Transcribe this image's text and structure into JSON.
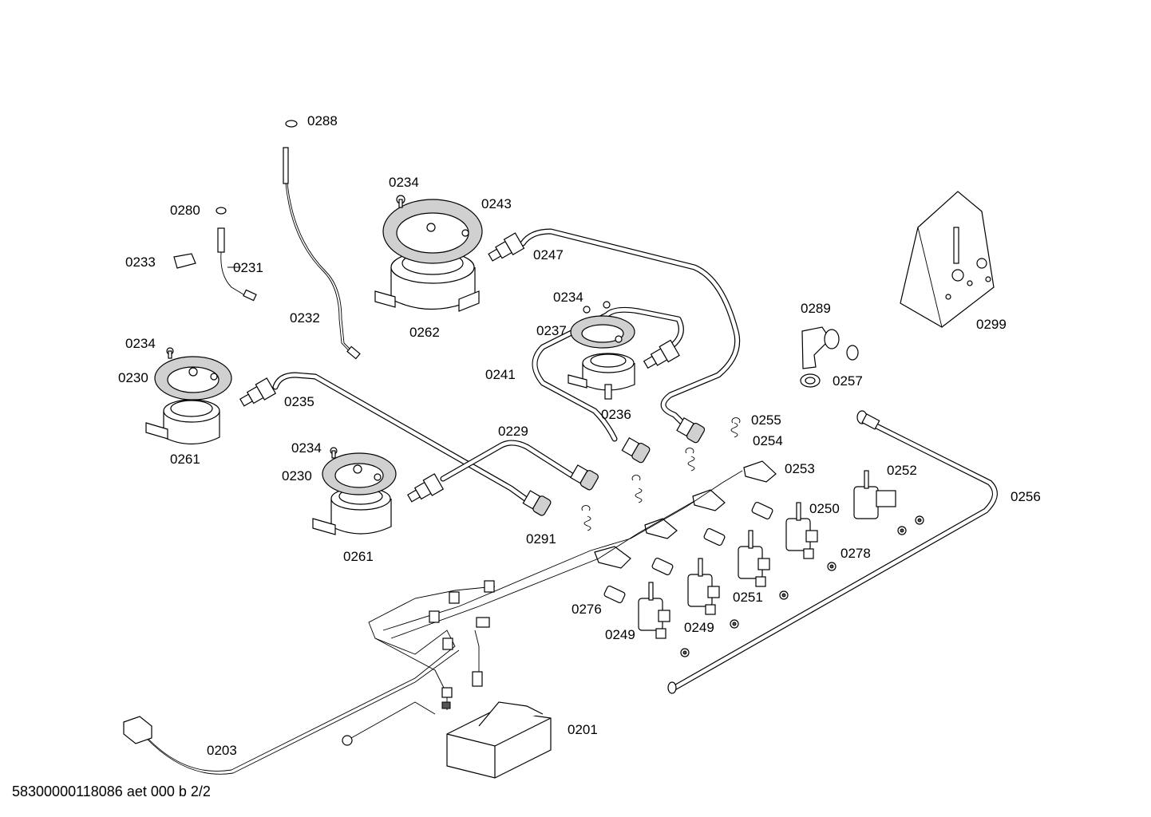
{
  "diagram": {
    "labels": {
      "l0201": "0201",
      "l0203": "0203",
      "l0229": "0229",
      "l0230a": "0230",
      "l0230b": "0230",
      "l0231": "0231",
      "l0232": "0232",
      "l0233": "0233",
      "l0234a": "0234",
      "l0234b": "0234",
      "l0234c": "0234",
      "l0234d": "0234",
      "l0235": "0235",
      "l0236": "0236",
      "l0237": "0237",
      "l0241": "0241",
      "l0243": "0243",
      "l0247": "0247",
      "l0249a": "0249",
      "l0249b": "0249",
      "l0250": "0250",
      "l0251": "0251",
      "l0252": "0252",
      "l0253": "0253",
      "l0254": "0254",
      "l0255": "0255",
      "l0256": "0256",
      "l0257": "0257",
      "l0261a": "0261",
      "l0261b": "0261",
      "l0262": "0262",
      "l0276": "0276",
      "l0278": "0278",
      "l0280": "0280",
      "l0288": "0288",
      "l0289": "0289",
      "l0291": "0291",
      "l0299": "0299"
    },
    "footer": "58300000118086 aet 000 b 2/2"
  }
}
